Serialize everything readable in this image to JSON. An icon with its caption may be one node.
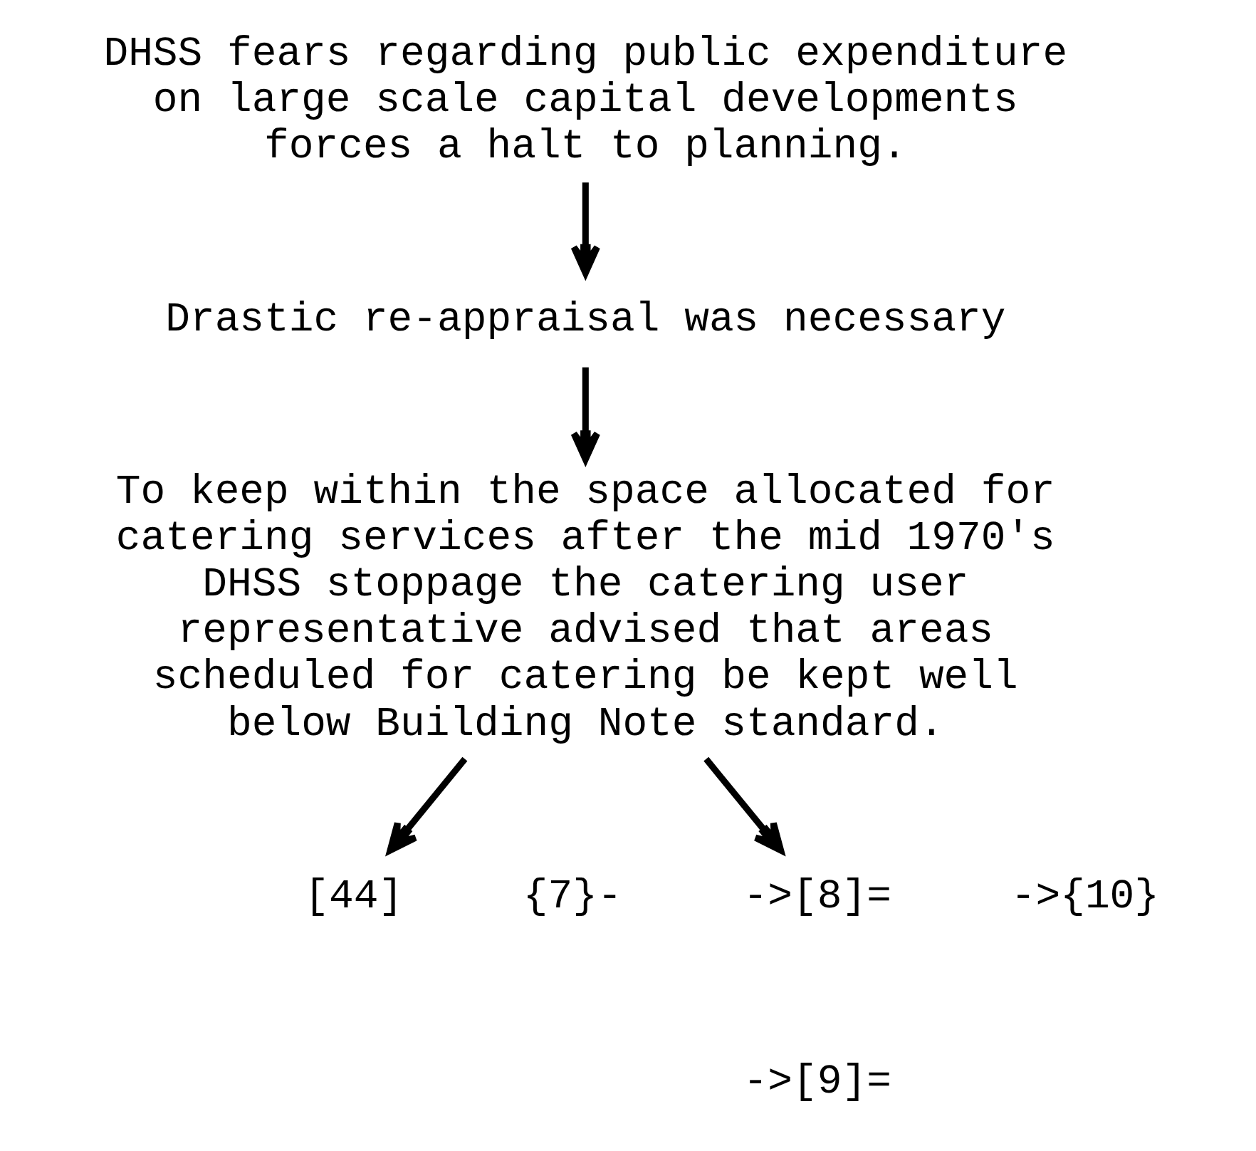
{
  "diagram": {
    "nodes": [
      {
        "text": [
          "DHSS fears regarding public expenditure on large scale capital developments forces a halt to planning."
        ]
      },
      {
        "text": [
          "Drastic re-appraisal was necessary"
        ]
      },
      {
        "text": [
          "To keep within the space allocated for catering services after the mid 1970's DHSS stoppage the catering user representative advised that areas scheduled for catering be kept well below Building Note standard."
        ]
      },
      {
        "text": [
          "[44]"
        ]
      },
      {
        "text": [
          "->[8]="
        ]
      }
    ],
    "edges": [
      {
        "from": 0,
        "to": 1,
        "arrow": "to"
      },
      {
        "from": 1,
        "to": 2,
        "arrow": "to"
      },
      {
        "from": 2,
        "to": 3,
        "arrow": "to"
      },
      {
        "from": 2,
        "to": 4,
        "arrow": "to"
      }
    ],
    "labels": [
      "{7}-",
      "->{10}",
      "->[9]="
    ]
  }
}
